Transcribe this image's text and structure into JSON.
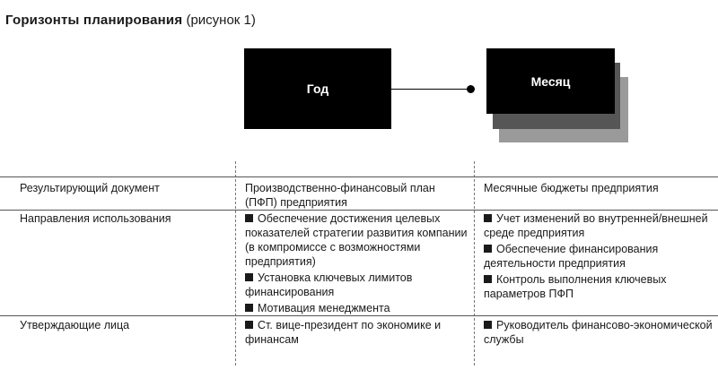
{
  "title": {
    "bold": "Горизонты планирования",
    "normal": "(рисунок 1)"
  },
  "diagram": {
    "year_box": "Год",
    "month_box": "Месяц"
  },
  "table": {
    "rows": [
      {
        "label": "Результирующий документ",
        "year": [
          "Производственно-финансовый план (ПФП) предприятия"
        ],
        "month": [
          "Месячные бюджеты предприятия"
        ]
      },
      {
        "label": "Направления использования",
        "year": [
          "Обеспечение достижения целевых показателей стратегии развития компании (в компромиссе с возможностями предприятия)",
          "Установка ключевых лимитов финансирования",
          "Мотивация менеджмента"
        ],
        "month": [
          "Учет изменений во внутренней/внешней среде предприятия",
          "Обеспечение финансирования деятельности предприятия",
          "Контроль выполнения ключевых параметров ПФП"
        ]
      },
      {
        "label": "Утверждающие лица",
        "year": [
          "Ст. вице-президент по экономике и финансам"
        ],
        "month": [
          "Руководитель финансово-экономической службы"
        ]
      }
    ]
  }
}
